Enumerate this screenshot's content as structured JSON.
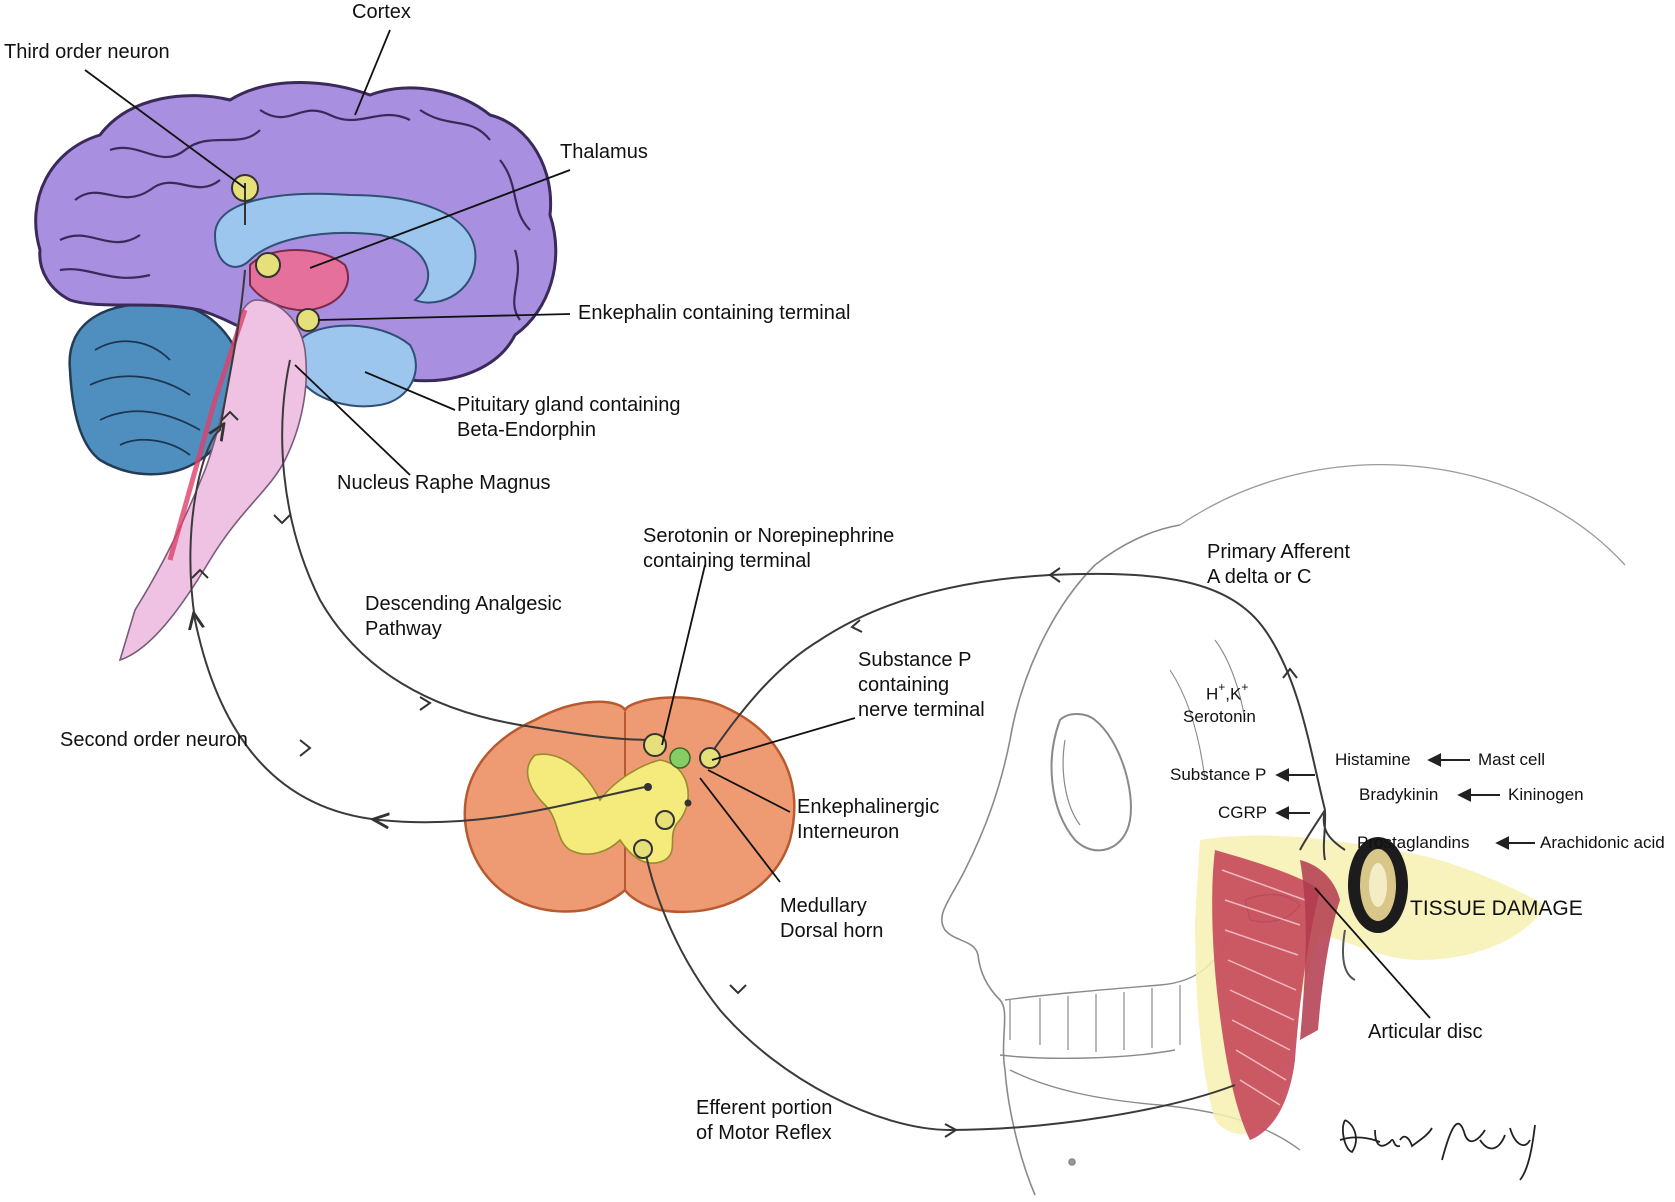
{
  "labels": {
    "cortex": "Cortex",
    "third_order_neuron": "Third order neuron",
    "thalamus": "Thalamus",
    "enkephalin_terminal": "Enkephalin containing terminal",
    "pituitary_line1": "Pituitary gland containing",
    "pituitary_line2": "Beta-Endorphin",
    "nucleus_raphe": "Nucleus Raphe Magnus",
    "serotonin_term_line1": "Serotonin or Norepinephrine",
    "serotonin_term_line2": "containing terminal",
    "primary_afferent_line1": "Primary Afferent",
    "primary_afferent_line2": "A delta or C",
    "descending_line1": "Descending Analgesic",
    "descending_line2": "Pathway",
    "substance_p_term_line1": "Substance P",
    "substance_p_term_line2": "containing",
    "substance_p_term_line3": "nerve terminal",
    "second_order_neuron": "Second order neuron",
    "ion_h": "H",
    "ion_plus": "+",
    "ion_k": "K",
    "serotonin": "Serotonin",
    "substance_p": "Substance P",
    "cgrp": "CGRP",
    "histamine": "Histamine",
    "mast_cell": "Mast cell",
    "bradykinin": "Bradykinin",
    "kininogen": "Kininogen",
    "prostaglandins": "Prostaglandins",
    "arachidonic_acid": "Arachidonic acid",
    "enkephalinergic_line1": "Enkephalinergic",
    "enkephalinergic_line2": "Interneuron",
    "tissue_damage": "TISSUE DAMAGE",
    "medullary_line1": "Medullary",
    "medullary_line2": "Dorsal horn",
    "articular_disc": "Articular disc",
    "efferent_line1": "Efferent portion",
    "efferent_line2": "of Motor Reflex"
  },
  "signature": "Hala Agiri",
  "colors": {
    "cortex_purple": "#a98fe0",
    "cortex_outline": "#3a2a5a",
    "ventricle_blue": "#9cc6ee",
    "thalamus_pink": "#e5709b",
    "brainstem_pink": "#efc2e3",
    "cerebellum_blue": "#4f8fbf",
    "spinal_orange": "#ee9a72",
    "dorsal_yellow": "#f5ea7c",
    "terminal_green": "#88cc66",
    "neuron_yellow": "#e6e07a",
    "tissue_yellow": "#f7f0b0",
    "muscle_red": "#c4485a",
    "pathway_line": "#3a3a3a"
  },
  "icons": [
    "neuron-terminal-icon",
    "arrowhead-icon",
    "skull-drawing",
    "brain-drawing",
    "spinal-cord-drawing"
  ]
}
